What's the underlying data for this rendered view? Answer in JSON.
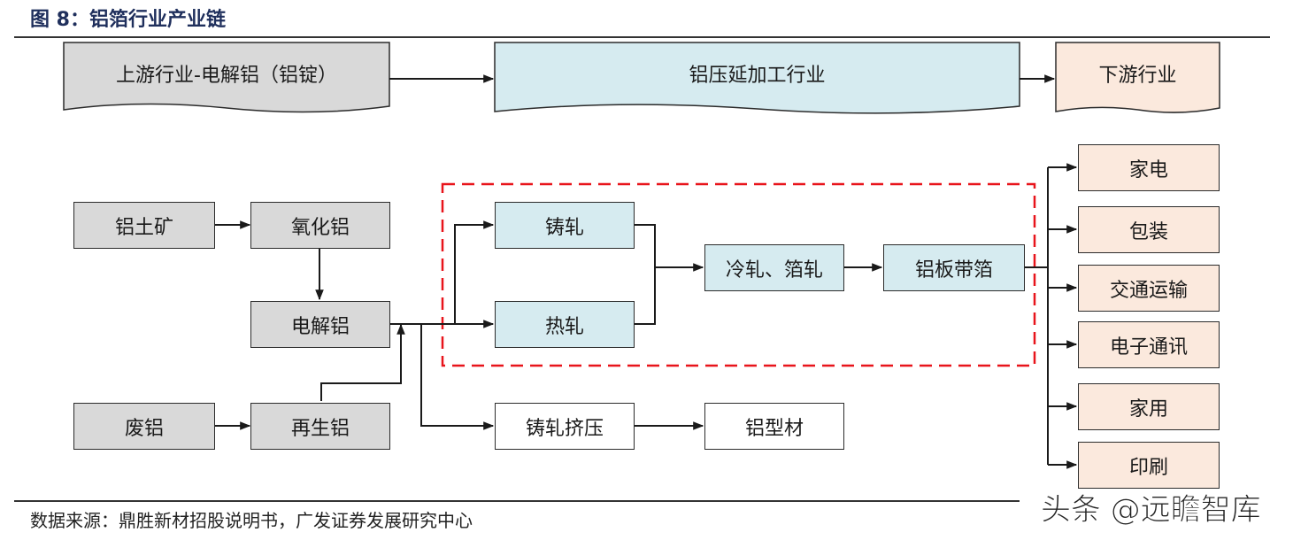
{
  "figure": {
    "title": "图 8：铝箔行业产业链",
    "source": "数据来源：鼎胜新材招股说明书，广发证券发展研究中心",
    "watermark": "头条 @远瞻智库"
  },
  "banners": {
    "upstream": "上游行业-电解铝（铝锭）",
    "processing": "铝压延加工行业",
    "downstream": "下游行业"
  },
  "nodes": {
    "bauxite": "铝土矿",
    "alumina": "氧化铝",
    "electrolytic": "电解铝",
    "scrap": "废铝",
    "recycled": "再生铝",
    "cast_rolling": "铸轧",
    "hot_rolling": "热轧",
    "cold_foil_rolling": "冷轧、箔轧",
    "plate_strip_foil": "铝板带箔",
    "cast_extrusion": "铸轧挤压",
    "profile": "铝型材"
  },
  "applications": [
    "家电",
    "包装",
    "交通运输",
    "电子通讯",
    "家用",
    "印刷"
  ],
  "colors": {
    "gray": "#d9d9d9",
    "blue": "#d6ebf0",
    "peach": "#fbe9dd",
    "dashed": "#e8141b",
    "title": "#1f2f5c"
  }
}
